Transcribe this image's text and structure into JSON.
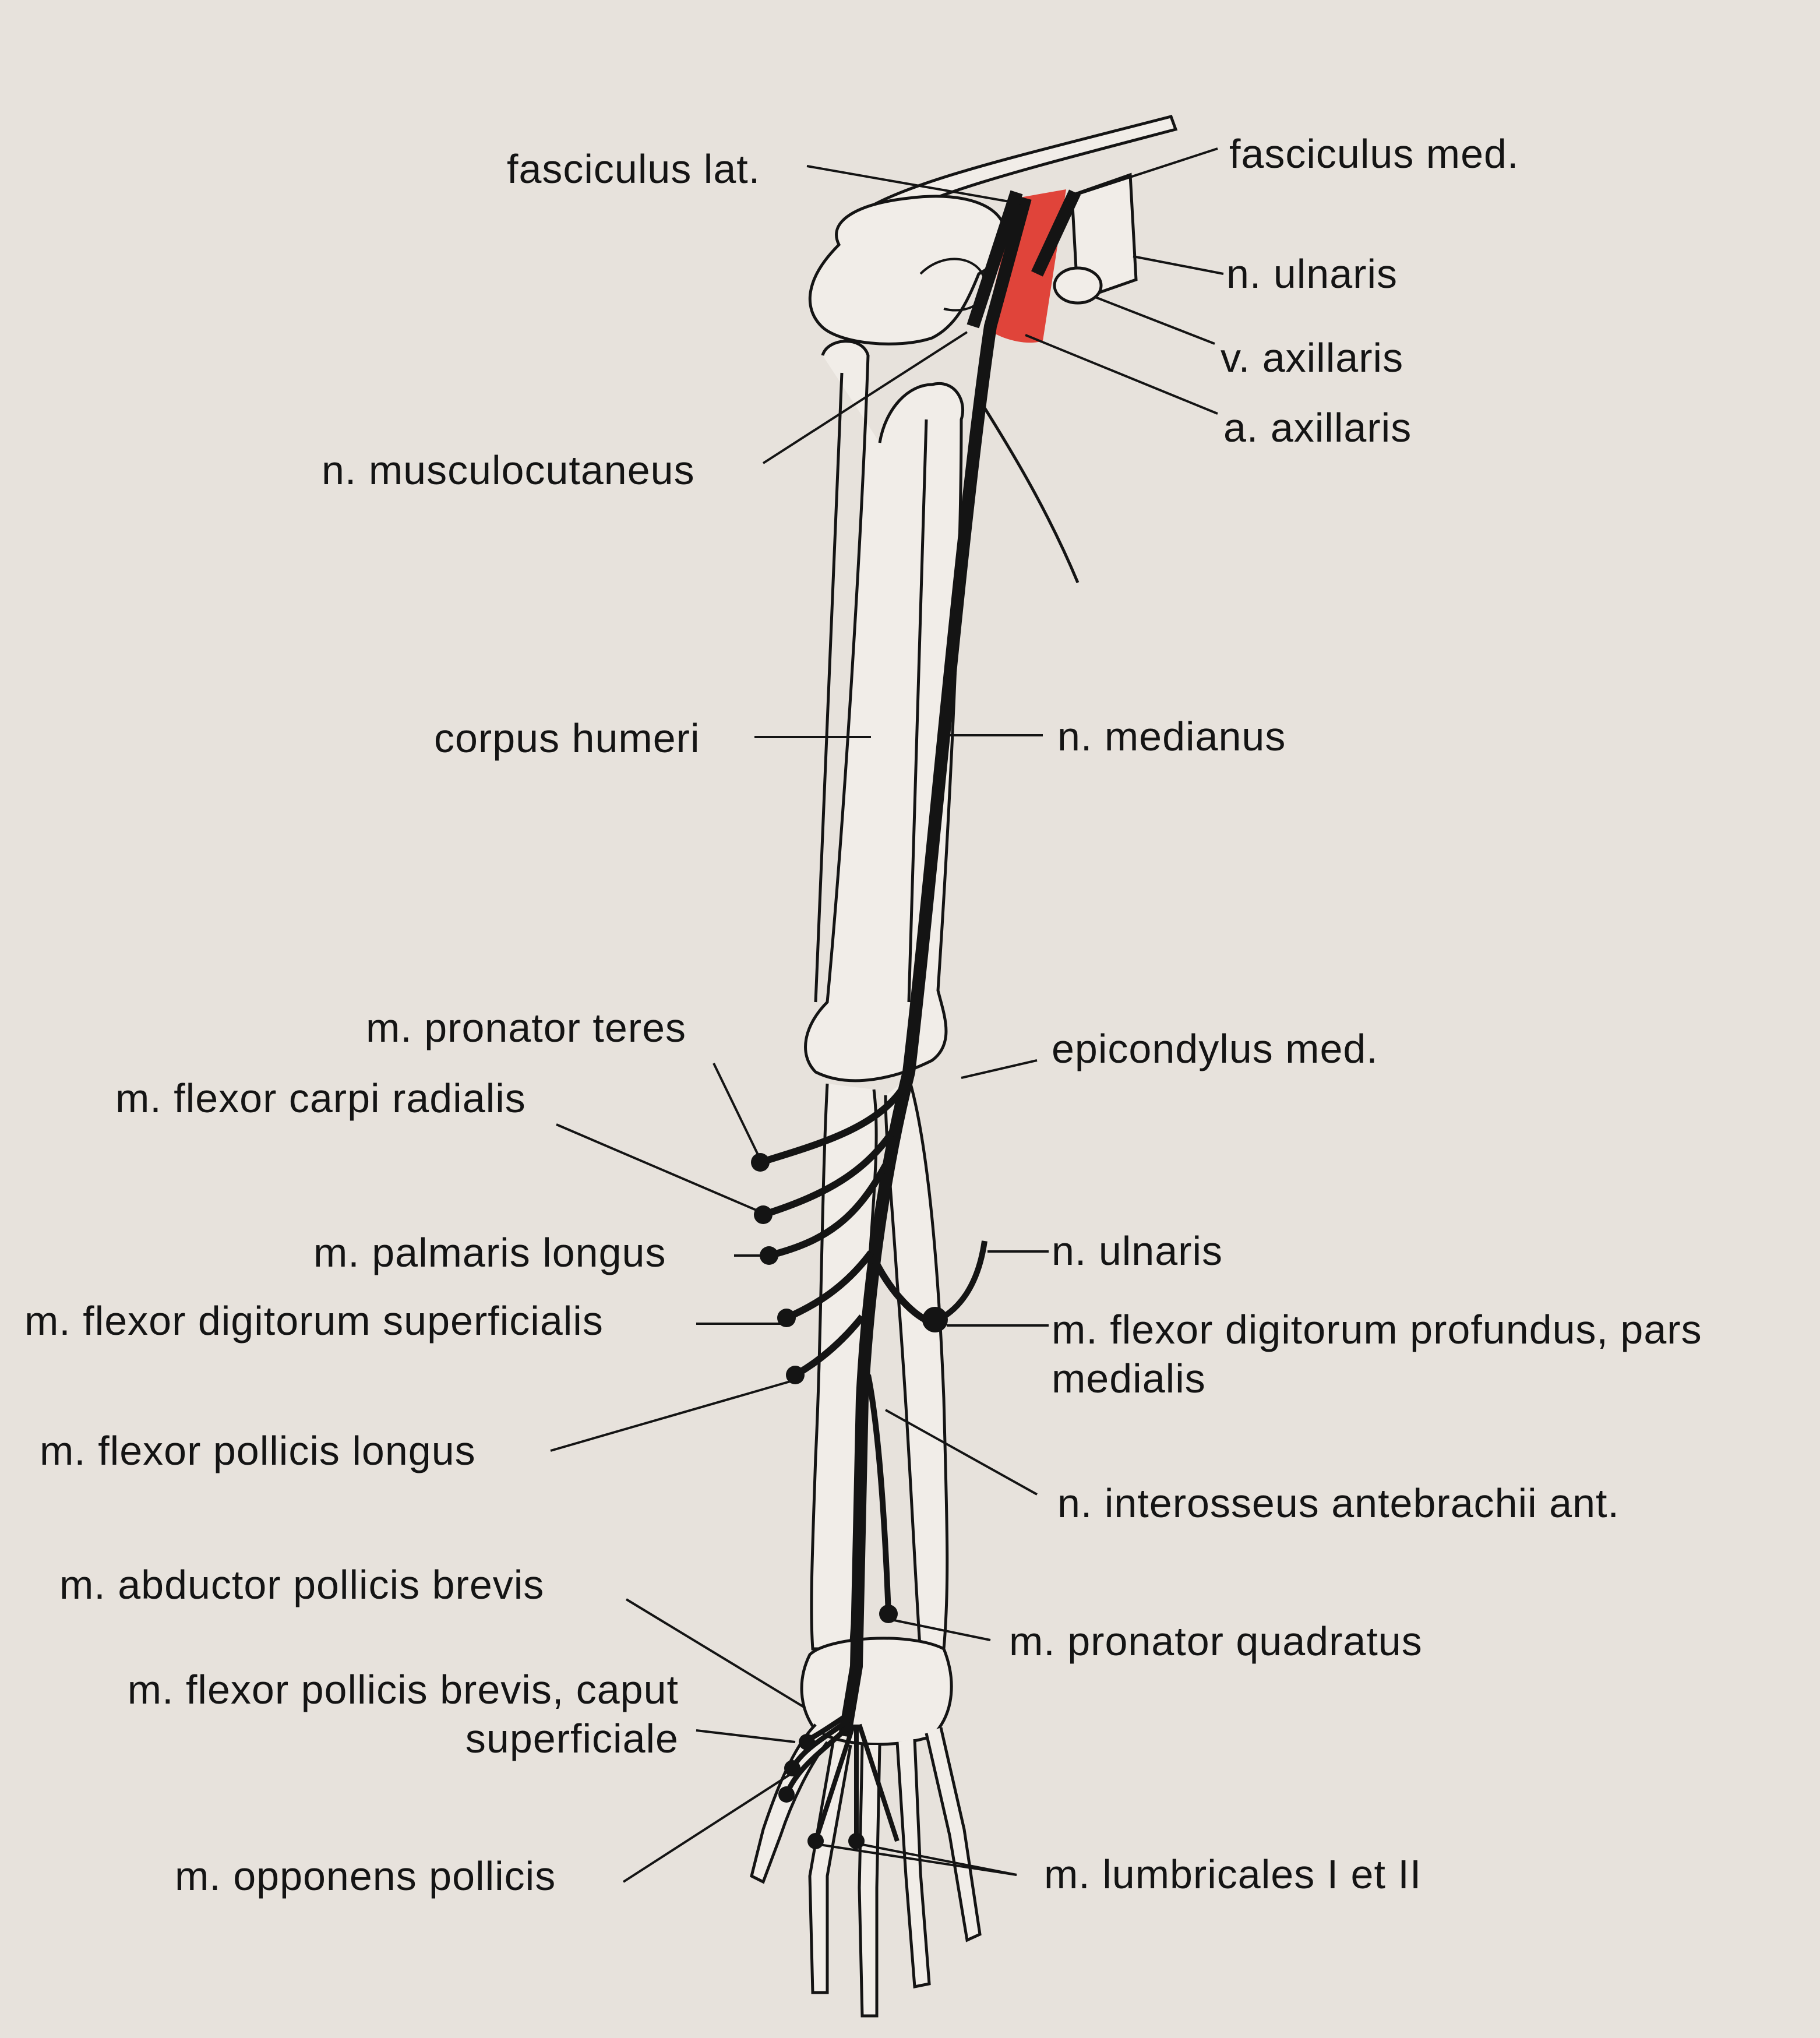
{
  "colors": {
    "background": "#e7e2dc",
    "ink": "#141414",
    "artery": "#e0443a",
    "bone_fill": "#f1ede8"
  },
  "labels": {
    "fasciculus_lat": "fasciculus lat.",
    "fasciculus_med": "fasciculus med.",
    "n_ulnaris_top": "n. ulnaris",
    "v_axillaris": "v. axillaris",
    "a_axillaris": "a. axillaris",
    "n_musculocutaneus": "n. musculocutaneus",
    "corpus_humeri": "corpus humeri",
    "n_medianus": "n. medianus",
    "m_pronator_teres": "m. pronator teres",
    "epicondylus_med": "epicondylus med.",
    "m_flexor_carpi_radialis": "m. flexor carpi radialis",
    "m_palmaris_longus": "m. palmaris longus",
    "n_ulnaris_forearm": "n. ulnaris",
    "m_flexor_digitorum_superficialis": "m. flexor digitorum superficialis",
    "m_flexor_digitorum_profundus": "m. flexor digitorum profundus, pars medialis",
    "m_flexor_pollicis_longus": "m. flexor pollicis longus",
    "n_interosseus": "n. interosseus antebrachii ant.",
    "m_abductor_pollicis_brevis": "m. abductor pollicis brevis",
    "m_pronator_quadratus": "m. pronator quadratus",
    "m_flexor_pollicis_brevis": "m. flexor pollicis brevis, caput superficiale",
    "m_opponens_pollicis": "m. opponens pollicis",
    "m_lumbricales": "m. lumbricales I et II"
  }
}
